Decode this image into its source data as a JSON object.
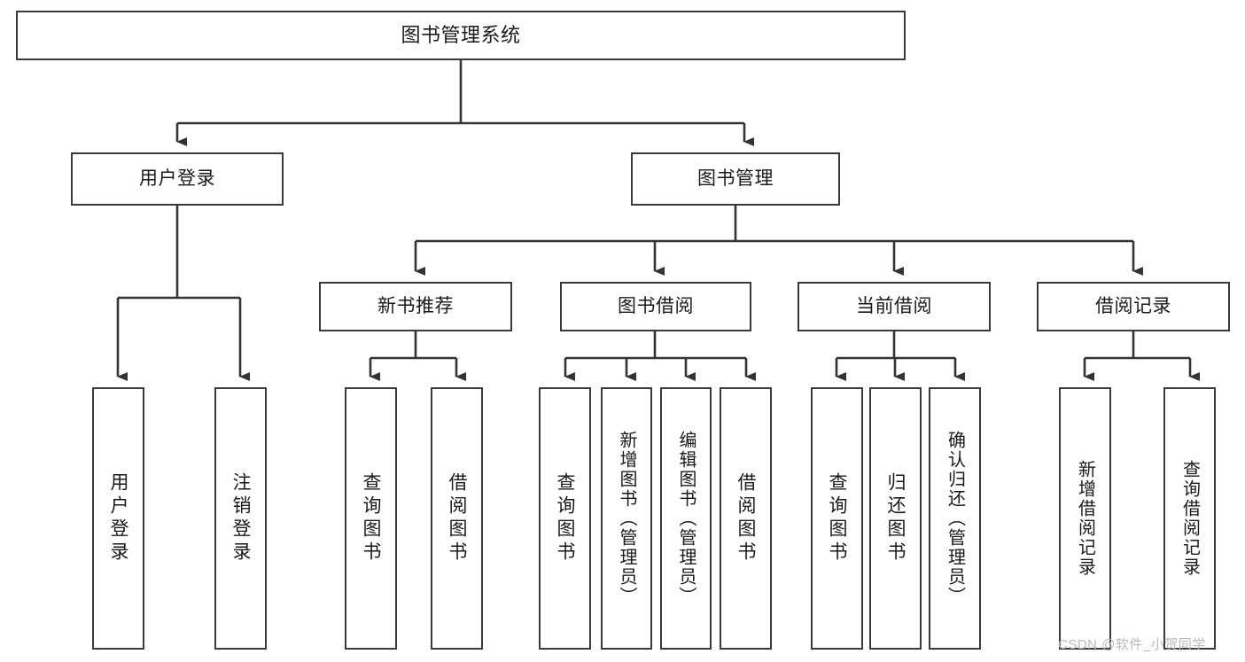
{
  "diagram": {
    "title": "图书管理系统",
    "type": "tree-hierarchy",
    "theme": {
      "background": "#ffffff",
      "box_border": "#3a3a3a",
      "connector": "#333333",
      "text": "#1a1a1a",
      "watermark": "#b9b9b9"
    },
    "nodes": {
      "root": {
        "label": "图书管理系统"
      },
      "level2": [
        {
          "id": "user-login",
          "label": "用户登录"
        },
        {
          "id": "book-admin",
          "label": "图书管理"
        }
      ],
      "level3": [
        {
          "id": "new-book-recommend",
          "label": "新书推荐"
        },
        {
          "id": "book-borrow",
          "label": "图书借阅"
        },
        {
          "id": "current-borrow",
          "label": "当前借阅"
        },
        {
          "id": "borrow-record",
          "label": "借阅记录"
        }
      ],
      "leaves": {
        "user-login": [
          {
            "id": "leaf-user-login",
            "label": "用户登录"
          },
          {
            "id": "leaf-user-logout",
            "label": "注销登录"
          }
        ],
        "new-book-recommend": [
          {
            "id": "leaf-query-book-1",
            "label": "查询图书"
          },
          {
            "id": "leaf-borrow-book-1",
            "label": "借阅图书"
          }
        ],
        "book-borrow": [
          {
            "id": "leaf-query-book-2",
            "label": "查询图书"
          },
          {
            "id": "leaf-add-book",
            "label": "新增图书（管理员）"
          },
          {
            "id": "leaf-edit-book",
            "label": "编辑图书（管理员）"
          },
          {
            "id": "leaf-borrow-book-2",
            "label": "借阅图书"
          }
        ],
        "current-borrow": [
          {
            "id": "leaf-query-book-3",
            "label": "查询图书"
          },
          {
            "id": "leaf-return-book",
            "label": "归还图书"
          },
          {
            "id": "leaf-confirm-return",
            "label": "确认归还（管理员）"
          }
        ],
        "borrow-record": [
          {
            "id": "leaf-add-record",
            "label": "新增借阅记录"
          },
          {
            "id": "leaf-query-record",
            "label": "查询借阅记录"
          }
        ]
      }
    },
    "watermark": "CSDN @软件_小贺同学"
  }
}
